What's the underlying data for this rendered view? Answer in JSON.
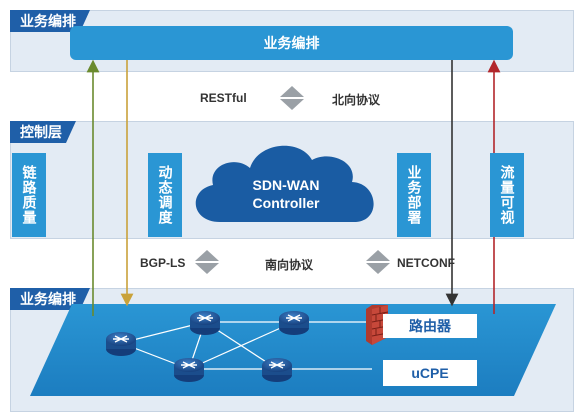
{
  "layers": {
    "top_tab": "业务编排",
    "mid_tab": "控制层",
    "bottom_tab": "业务编排"
  },
  "orchestration_bar": "业务编排",
  "northbound": {
    "left": "RESTful",
    "right": "北向协议"
  },
  "southbound": {
    "left": "BGP-LS",
    "middle": "南向协议",
    "right": "NETCONF"
  },
  "control_boxes": {
    "link_quality": "链路质量",
    "dynamic_scheduling": "动态调度",
    "service_deploy": "业务部署",
    "flow_visual": "流量可视"
  },
  "controller": {
    "line1": "SDN-WAN",
    "line2": "Controller"
  },
  "devices": {
    "router": "路由器",
    "ucpe": "uCPE"
  },
  "colors": {
    "dark_blue": "#1f5fa8",
    "light_blue": "#2a96d4",
    "layer_bg": "#e3ebf4",
    "arrow_green": "#6a8a2e",
    "arrow_gold": "#c9a23a",
    "arrow_black": "#333333",
    "arrow_red": "#b2262b"
  }
}
